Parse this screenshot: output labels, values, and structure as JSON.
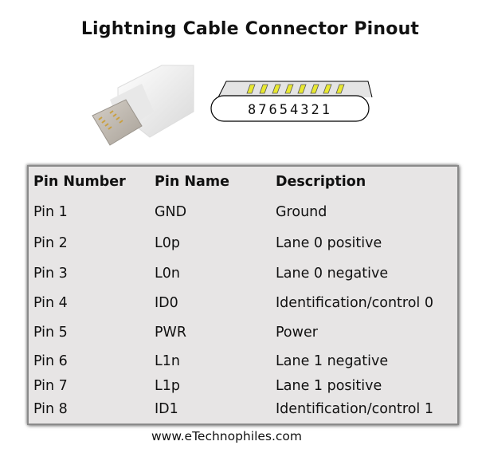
{
  "title": "Lightning Cable Connector Pinout",
  "connector_diagram": {
    "pin_numbers": "87654321",
    "contact_color": "#e8e830"
  },
  "table": {
    "headers": [
      "Pin Number",
      "Pin Name",
      "Description"
    ],
    "rows": [
      [
        "Pin 1",
        "GND",
        "Ground"
      ],
      [
        "Pin 2",
        "L0p",
        "Lane 0 positive"
      ],
      [
        "Pin 3",
        "L0n",
        "Lane 0 negative"
      ],
      [
        "Pin 4",
        "ID0",
        "Identification/control 0"
      ],
      [
        "Pin 5",
        "PWR",
        "Power"
      ],
      [
        "Pin 6",
        "L1n",
        "Lane 1 negative"
      ],
      [
        "Pin 7",
        "L1p",
        "Lane 1 positive"
      ],
      [
        "Pin 8",
        "ID1",
        "Identification/control 1"
      ]
    ]
  },
  "footer": "www.eTechnophiles.com"
}
